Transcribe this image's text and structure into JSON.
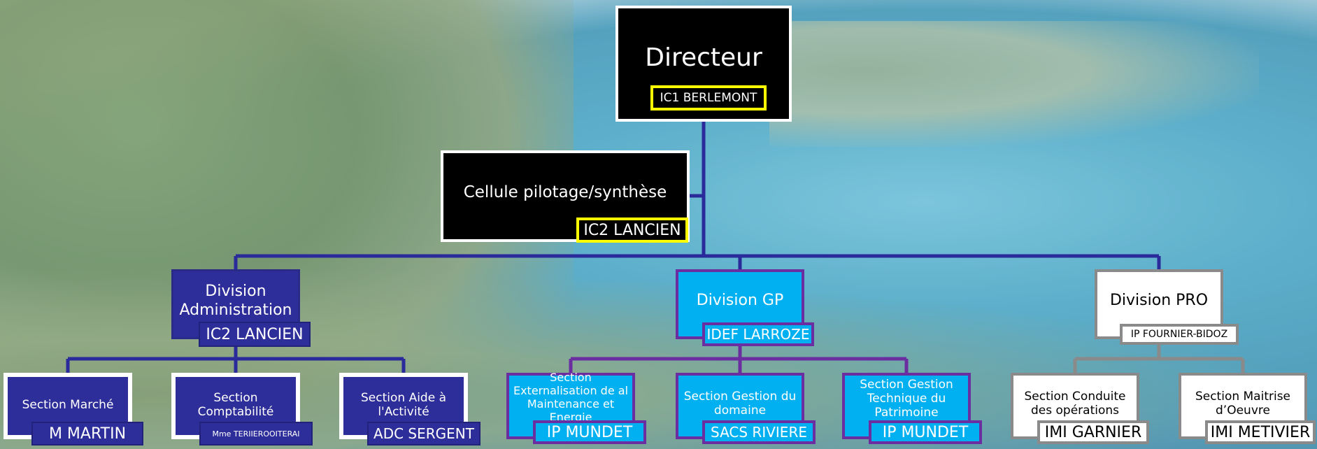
{
  "director": {
    "title": "Directeur",
    "name": "IC1  BERLEMONT"
  },
  "cellule": {
    "title": "Cellule pilotage/synthèse",
    "name": "IC2  LANCIEN"
  },
  "divisions": {
    "admin": {
      "title": "Division Administration",
      "name": "IC2 LANCIEN",
      "sections": [
        {
          "title": "Section Marché",
          "name": "M MARTIN"
        },
        {
          "title": "Section Comptabilité",
          "name": "Mme TERIIEROOITERAI"
        },
        {
          "title": "Section Aide à l'Activité",
          "name": "ADC SERGENT"
        }
      ]
    },
    "gp": {
      "title": "Division GP",
      "name": "IDEF LARROZE",
      "sections": [
        {
          "title": "Section Externalisation de al Maintenance et Energie",
          "name": "IP MUNDET"
        },
        {
          "title": "Section Gestion du domaine",
          "name": "SACS RIVIERE"
        },
        {
          "title": "Section Gestion Technique du Patrimoine",
          "name": "IP MUNDET"
        }
      ]
    },
    "pro": {
      "title": "Division PRO",
      "name": "IP FOURNIER-BIDOZ",
      "sections": [
        {
          "title": "Section Conduite des opérations",
          "name": "IMI GARNIER"
        },
        {
          "title": "Section Maitrise d’Oeuvre",
          "name": "IMI METIVIER"
        }
      ]
    }
  },
  "colors": {
    "admin": "#2e2e9a",
    "gp": "#00b0f0",
    "gp_border": "#6a2ea0",
    "pro_border": "#8a8a8a",
    "connector": "#2a2a9a",
    "name_tag_border": "#ffff00"
  }
}
